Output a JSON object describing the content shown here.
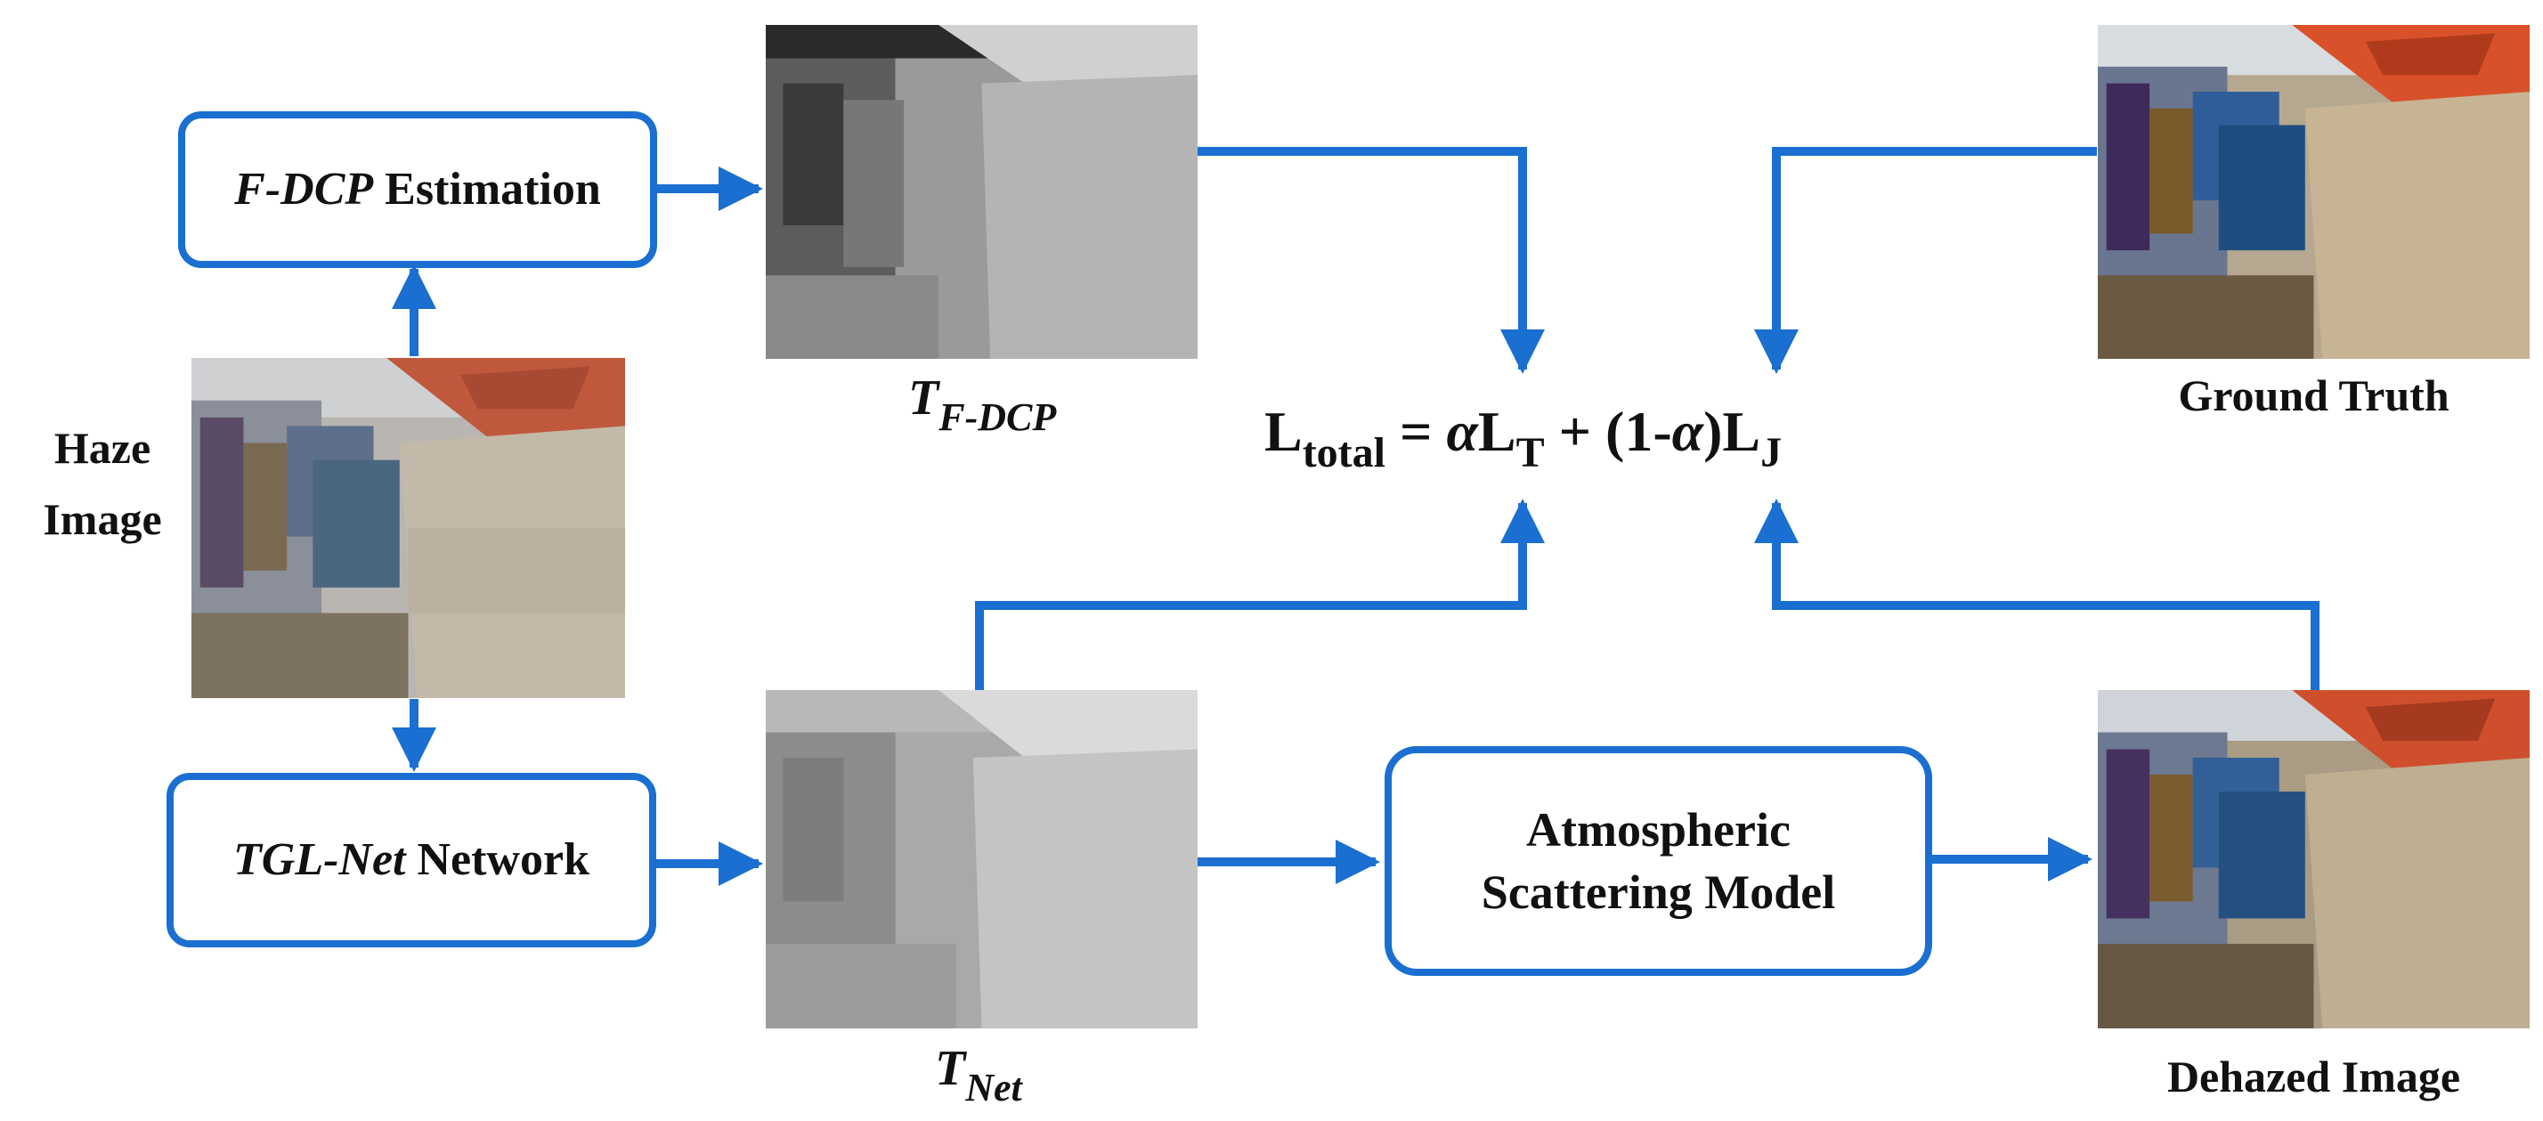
{
  "boxes": {
    "fdcp": {
      "italic": "F-DCP",
      "text": " Estimation"
    },
    "tgl": {
      "italic": "TGL-Net",
      "text": " Network"
    },
    "asm": {
      "line1": "Atmospheric",
      "line2": "Scattering Model"
    }
  },
  "labels": {
    "haze_line1": "Haze",
    "haze_line2": "Image",
    "ground_truth": "Ground Truth",
    "dehazed": "Dehazed Image",
    "t_fdcp_main": "T",
    "t_fdcp_sub": "F-DCP",
    "t_net_main": "T",
    "t_net_sub": "Net"
  },
  "formula": {
    "L": "L",
    "total_sub": "total",
    "eq": " = ",
    "alpha": "α",
    "LT": "L",
    "T_sub": "T",
    "plus": " + (1-",
    "alpha2": "α",
    "close": ")L",
    "J_sub": "J"
  },
  "colors": {
    "arrow": "#1a6fd0"
  },
  "icons": [
    "arrow-icon"
  ]
}
